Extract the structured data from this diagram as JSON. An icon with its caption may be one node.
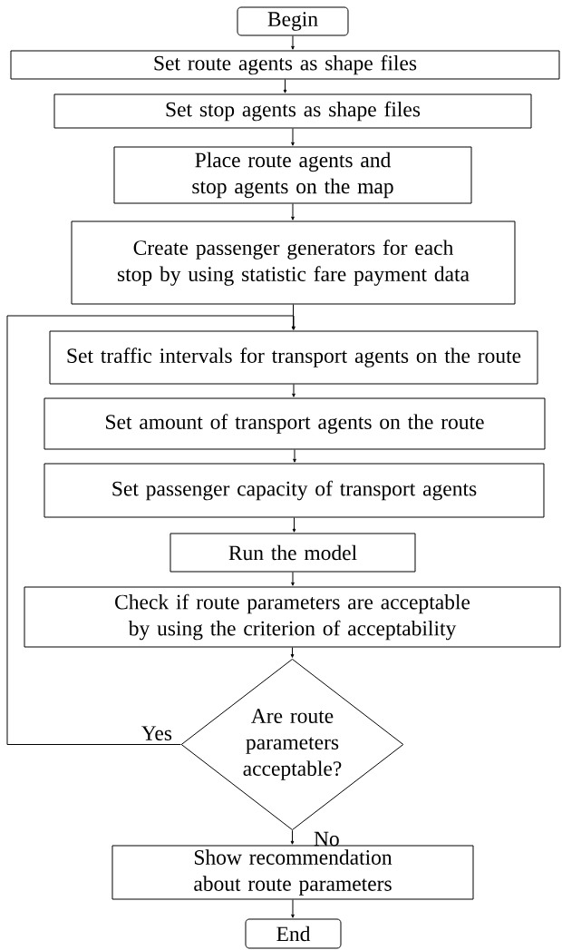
{
  "diagram": {
    "nodes": [
      {
        "text": [
          "Begin"
        ]
      },
      {
        "text": [
          "Set route agents as shape files"
        ]
      },
      {
        "text": [
          "Set stop agents as shape files"
        ]
      },
      {
        "text": [
          "Place route agents and stop agents on the map"
        ]
      },
      {
        "text": [
          "Create passenger generators for each stop by using statistic fare payment data"
        ]
      },
      {
        "text": [
          "Set traffic intervals for transport agents on the route"
        ]
      },
      {
        "text": [
          "Set amount of transport agents on the route"
        ]
      },
      {
        "text": [
          "Set passenger capacity of transport agents"
        ]
      },
      {
        "text": [
          "Run the model"
        ]
      },
      {
        "text": [
          "Check if route parameters are acceptable by using the criterion of acceptability"
        ]
      },
      {
        "text": [
          "Are route parameters acceptable?"
        ]
      },
      {
        "text": [
          "Show recommendation about route parameters"
        ]
      },
      {
        "text": [
          "End"
        ]
      }
    ],
    "edges": [
      {
        "from": 0,
        "to": 1,
        "arrow": "to"
      },
      {
        "from": 1,
        "to": 2,
        "arrow": "to"
      },
      {
        "from": 2,
        "to": 3,
        "arrow": "to"
      },
      {
        "from": 3,
        "to": 4,
        "arrow": "to"
      },
      {
        "from": 4,
        "to": 5,
        "arrow": "to"
      },
      {
        "from": 5,
        "to": 6,
        "arrow": "to"
      },
      {
        "from": 6,
        "to": 7,
        "arrow": "to"
      },
      {
        "from": 7,
        "to": 8,
        "arrow": "to"
      },
      {
        "from": 8,
        "to": 9,
        "arrow": "to"
      },
      {
        "from": 9,
        "to": 10,
        "arrow": "to"
      },
      {
        "from": 10,
        "to": 5,
        "arrow": "to",
        "label": "Yes"
      },
      {
        "from": 10,
        "to": 11,
        "arrow": "to",
        "label": "No"
      },
      {
        "from": 11,
        "to": 12,
        "arrow": "to"
      }
    ]
  }
}
